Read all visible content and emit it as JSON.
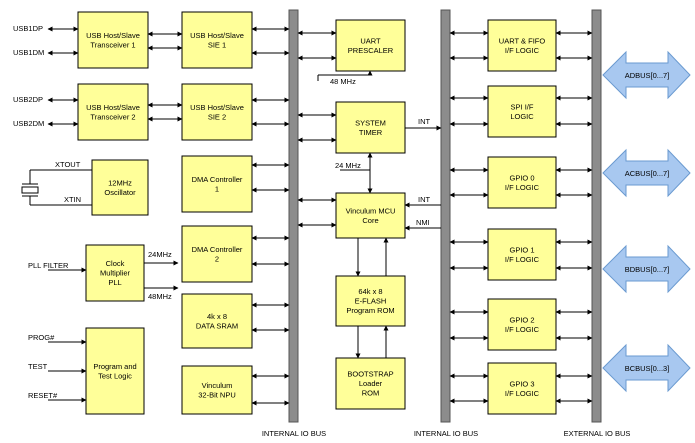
{
  "boxes": {
    "usb1_transceiver": [
      "USB Host/Slave",
      "Transceiver 1"
    ],
    "usb1_sie": [
      "USB Host/Slave",
      "SIE 1"
    ],
    "usb2_transceiver": [
      "USB Host/Slave",
      "Transceiver 2"
    ],
    "usb2_sie": [
      "USB Host/Slave",
      "SIE 2"
    ],
    "oscillator": [
      "12MHz",
      "Oscillator"
    ],
    "dma1": [
      "DMA Controller",
      "1"
    ],
    "dma2": [
      "DMA Controller",
      "2"
    ],
    "pll": [
      "Clock",
      "Multiplier",
      "PLL"
    ],
    "sram": [
      "4k x 8",
      "DATA SRAM"
    ],
    "test_logic": [
      "Program and",
      "Test Logic"
    ],
    "npu": [
      "Vinculum",
      "32-Bit NPU"
    ],
    "uart_prescaler": [
      "UART",
      "PRESCALER"
    ],
    "system_timer": [
      "SYSTEM",
      "TIMER"
    ],
    "mcu_core": [
      "Vinculum MCU",
      "Core"
    ],
    "eflash": [
      "64k x 8",
      "E-FLASH",
      "Program ROM"
    ],
    "bootstrap": [
      "BOOTSTRAP",
      "Loader",
      "ROM"
    ],
    "uart_fifo": [
      "UART & FIFO",
      "I/F LOGIC"
    ],
    "spi": [
      "SPI I/F",
      "LOGIC"
    ],
    "gpio0": [
      "GPIO 0",
      "I/F LOGIC"
    ],
    "gpio1": [
      "GPIO 1",
      "I/F LOGIC"
    ],
    "gpio2": [
      "GPIO 2",
      "I/F LOGIC"
    ],
    "gpio3": [
      "GPIO 3",
      "I/F LOGIC"
    ]
  },
  "signals": {
    "usb1dp": "USB1DP",
    "usb1dm": "USB1DM",
    "usb2dp": "USB2DP",
    "usb2dm": "USB2DM",
    "xtout": "XTOUT",
    "xtin": "XTIN",
    "pll_filter": "PLL FILTER",
    "mhz24_pll": "24MHz",
    "mhz48_pll": "48MHz",
    "prog": "PROG#",
    "test": "TEST",
    "reset": "RESET#",
    "mhz48_uart": "48 MHz",
    "mhz24_timer": "24 MHz",
    "int_timer": "INT",
    "int_mcu": "INT",
    "nmi": "NMI"
  },
  "buses": {
    "internal_1": "INTERNAL IO BUS",
    "internal_2": "INTERNAL IO BUS",
    "external": "EXTERNAL IO BUS"
  },
  "ports": {
    "adbus": "ADBUS[0...7]",
    "acbus": "ACBUS[0...7]",
    "bdbus": "BDBUS[0...7]",
    "bcbus": "BCBUS[0...3]"
  },
  "colors": {
    "box_fill": "#ffff99",
    "bus_fill": "#8c8c8c",
    "port_arrow_fill": "#a8c8f0"
  }
}
